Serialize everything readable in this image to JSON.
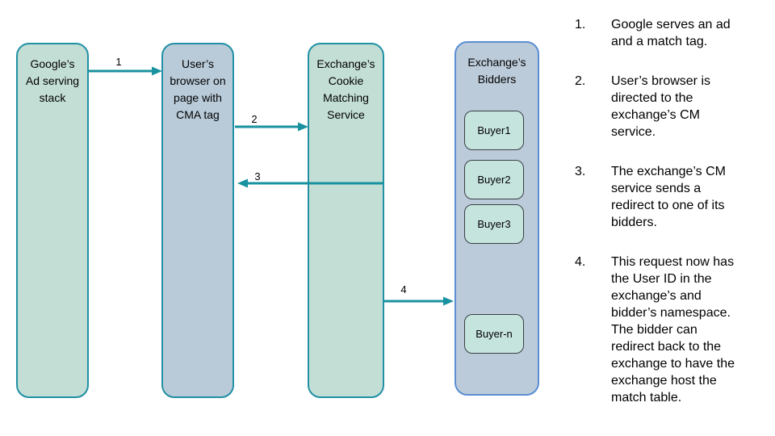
{
  "diagram": {
    "nodes": {
      "google": {
        "label": "Google’s\nAd serving\nstack"
      },
      "browser": {
        "label": "User’s\nbrowser on\npage with\nCMA tag"
      },
      "cm_service": {
        "label": "Exchange’s\nCookie\nMatching\nService"
      },
      "bidders": {
        "label": "Exchange’s\nBidders"
      }
    },
    "buyers": [
      {
        "label": "Buyer1"
      },
      {
        "label": "Buyer2"
      },
      {
        "label": "Buyer3"
      },
      {
        "label": "Buyer-n"
      }
    ],
    "arrows": [
      {
        "label": "1",
        "from": "google",
        "to": "browser"
      },
      {
        "label": "2",
        "from": "browser",
        "to": "cm_service"
      },
      {
        "label": "3",
        "from": "cm_service",
        "to": "browser"
      },
      {
        "label": "4",
        "from": "cm_service",
        "to": "bidders"
      }
    ]
  },
  "steps": {
    "items": [
      {
        "number": "1.",
        "text": "Google serves an ad\nand a match tag."
      },
      {
        "number": "2.",
        "text": "User’s browser is\ndirected to the\nexchange’s CM\nservice."
      },
      {
        "number": "3.",
        "text": "The exchange’s CM\nservice sends a\nredirect to one of its\nbidders."
      },
      {
        "number": "4.",
        "text": "This request now has\nthe User ID in the\nexchange’s and\nbidder’s namespace.\nThe bidder can\nredirect back to the\nexchange to have the\nexchange host the\nmatch table."
      }
    ]
  },
  "colors": {
    "background": "#ffffff",
    "text": "#000000",
    "node_border_teal": "#2190a5",
    "node_fill_green": "#c3ded4",
    "node_fill_blue": "#b9cbd9",
    "bidders_fill": "#bccbda",
    "bidders_border": "#5b8ed2",
    "buyer_fill": "#c6e4de",
    "buyer_border": "#3a3f44",
    "arrow": "#18929f"
  }
}
